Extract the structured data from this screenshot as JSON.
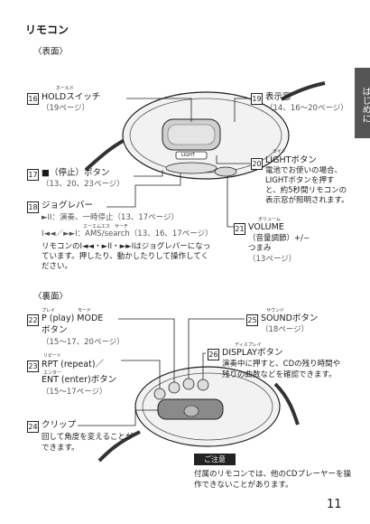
{
  "section_title": "リモコン",
  "side_tab": "はじめに",
  "front": {
    "heading": "〈表面〉",
    "hold": {
      "num": "16",
      "label": "HOLDスイッチ",
      "ruby": "ホールド",
      "page": "（19ページ）"
    },
    "display": {
      "num": "19",
      "label": "表示窓",
      "page": "（14、16〜20ページ）"
    },
    "stop": {
      "num": "17",
      "label": "■（停止）ボタン",
      "page": "（13、20、23ページ）"
    },
    "light": {
      "num": "20",
      "label": "LIGHTボタン",
      "ruby": "ライト",
      "desc": [
        "電池でお使いの場合、",
        "LIGHTボタンを押す",
        "と、約5秒間リモコンの",
        "表示窓が照明されます。"
      ]
    },
    "jog": {
      "num": "18",
      "label": "ジョグレバー",
      "line1": "►II：演奏、一時停止（13、17ページ）",
      "line2": "I◄◄／►►I：AMS/search（13、16、17ページ）",
      "ruby2": "エーエムエス　サーチ",
      "desc": [
        "リモコンのI◄◄・►II・►►Iはジョグレバーになっ",
        "ています。押したり、動かしたりして操作してく",
        "ださい。"
      ]
    },
    "volume": {
      "num": "21",
      "label": "VOLUME",
      "ruby": "ボリューム",
      "sub1": "（音量調節）+/−",
      "sub2": "つまみ",
      "page": "（13ページ）"
    },
    "device_label": "LIGHT"
  },
  "back": {
    "heading": "〈裏面〉",
    "pmode": {
      "num": "22",
      "ruby": "プレイ　　　　　モード",
      "label1": "P (play) MODE",
      "label2": "ボタン",
      "page": "（15〜17、20ページ）"
    },
    "rpt": {
      "num": "23",
      "ruby1": "リピート",
      "label1": "RPT (repeat)／",
      "ruby2": "エンター",
      "label2": "ENT (enter)ボタン",
      "page": "（15〜17ページ）"
    },
    "sound": {
      "num": "25",
      "label": "SOUNDボタン",
      "ruby": "サウンド",
      "page": "（18ページ）"
    },
    "dispbtn": {
      "num": "26",
      "label": "DISPLAYボタン",
      "ruby": "ディスプレイ",
      "desc": [
        "演奏中に押すと、CDの残り時間や",
        "残りの曲数などを確認できます。"
      ]
    },
    "clip": {
      "num": "24",
      "label": "クリップ",
      "desc": [
        "回して角度を変えることが",
        "できます。"
      ]
    }
  },
  "caution": {
    "label": "ご注意",
    "text": [
      "付属のリモコンでは、他のCDプレーヤーを操",
      "作できないことがあります。"
    ]
  },
  "page_number": "11"
}
